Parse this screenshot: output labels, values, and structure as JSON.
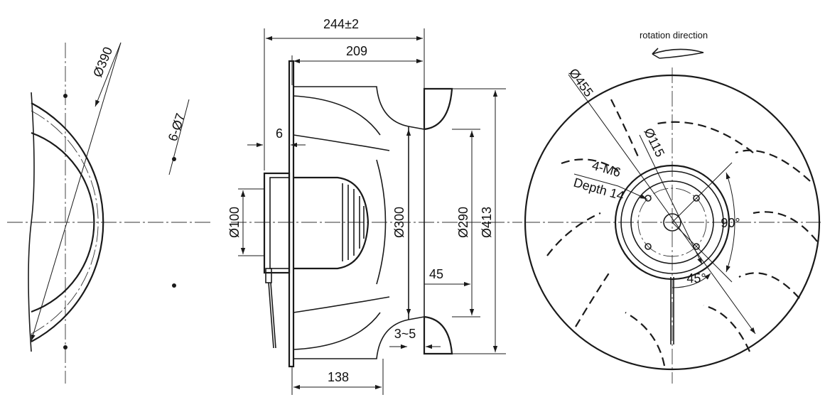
{
  "left_view": {
    "dia_390": "Ø390",
    "holes_6x7": "6-Ø7"
  },
  "side_view": {
    "overall_length": "244±2",
    "length_209": "209",
    "flange_6": "6",
    "dia_100": "Ø100",
    "dia_300": "Ø300",
    "dia_290": "Ø290",
    "dia_413": "Ø413",
    "dim_45": "45",
    "gap_3_5": "3~5",
    "length_138": "138"
  },
  "right_view": {
    "rotation_label": "rotation direction",
    "dia_455": "Ø455",
    "dia_115": "Ø115",
    "thread_m6": "4-M6",
    "thread_depth": "Depth 14",
    "angle_90": "90°",
    "angle_45": "45°"
  }
}
